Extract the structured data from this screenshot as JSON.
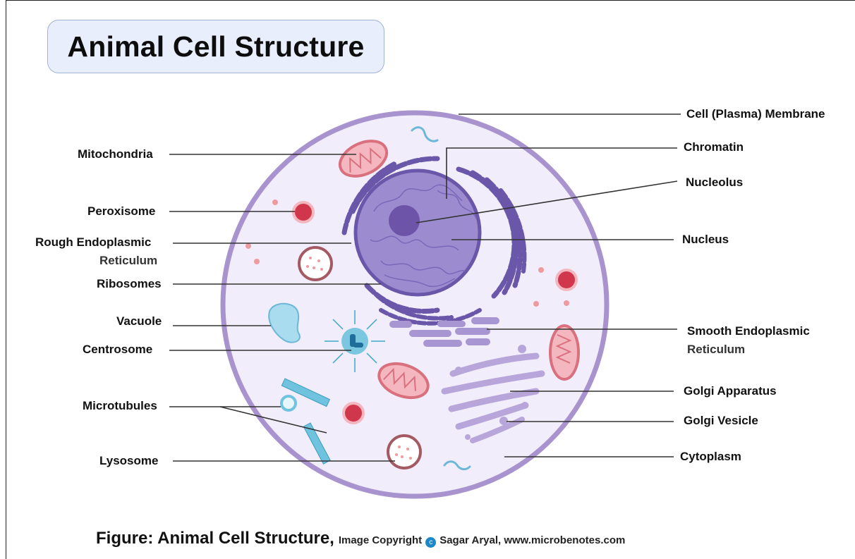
{
  "title": "Animal Cell Structure",
  "labels_left": {
    "mitochondria": "Mitochondria",
    "peroxisome": "Peroxisome",
    "rough_er_line1": "Rough Endoplasmic",
    "rough_er_line2": "Reticulum",
    "ribosomes": "Ribosomes",
    "vacuole": "Vacuole",
    "centrosome": "Centrosome",
    "microtubules": "Microtubules",
    "lysosome": "Lysosome"
  },
  "labels_right": {
    "cell_membrane": "Cell (Plasma) Membrane",
    "chromatin": "Chromatin",
    "nucleolus": "Nucleolus",
    "nucleus": "Nucleus",
    "smooth_er_line1": "Smooth Endoplasmic",
    "smooth_er_line2": "Reticulum",
    "golgi_apparatus": "Golgi Apparatus",
    "golgi_vesicle": "Golgi Vesicle",
    "cytoplasm": "Cytoplasm"
  },
  "caption": {
    "main": "Figure: Animal Cell Structure,",
    "prefix": "Image Copyright",
    "copyright_symbol": "c",
    "credit": "Sagar Aryal, www.microbenotes.com"
  },
  "colors": {
    "cell_fill": "#f1edfb",
    "membrane": "#a893cf",
    "nucleus": "#8f7cc4",
    "er": "#6a57aa",
    "mitochondria": "#e78a95",
    "peroxisome": "#d1374c",
    "golgi": "#b8a5d9",
    "vacuole": "#a9dcef",
    "centrosome": "#3ea6c9",
    "microtubule": "#6fc3df",
    "leader_line": "#333333"
  }
}
